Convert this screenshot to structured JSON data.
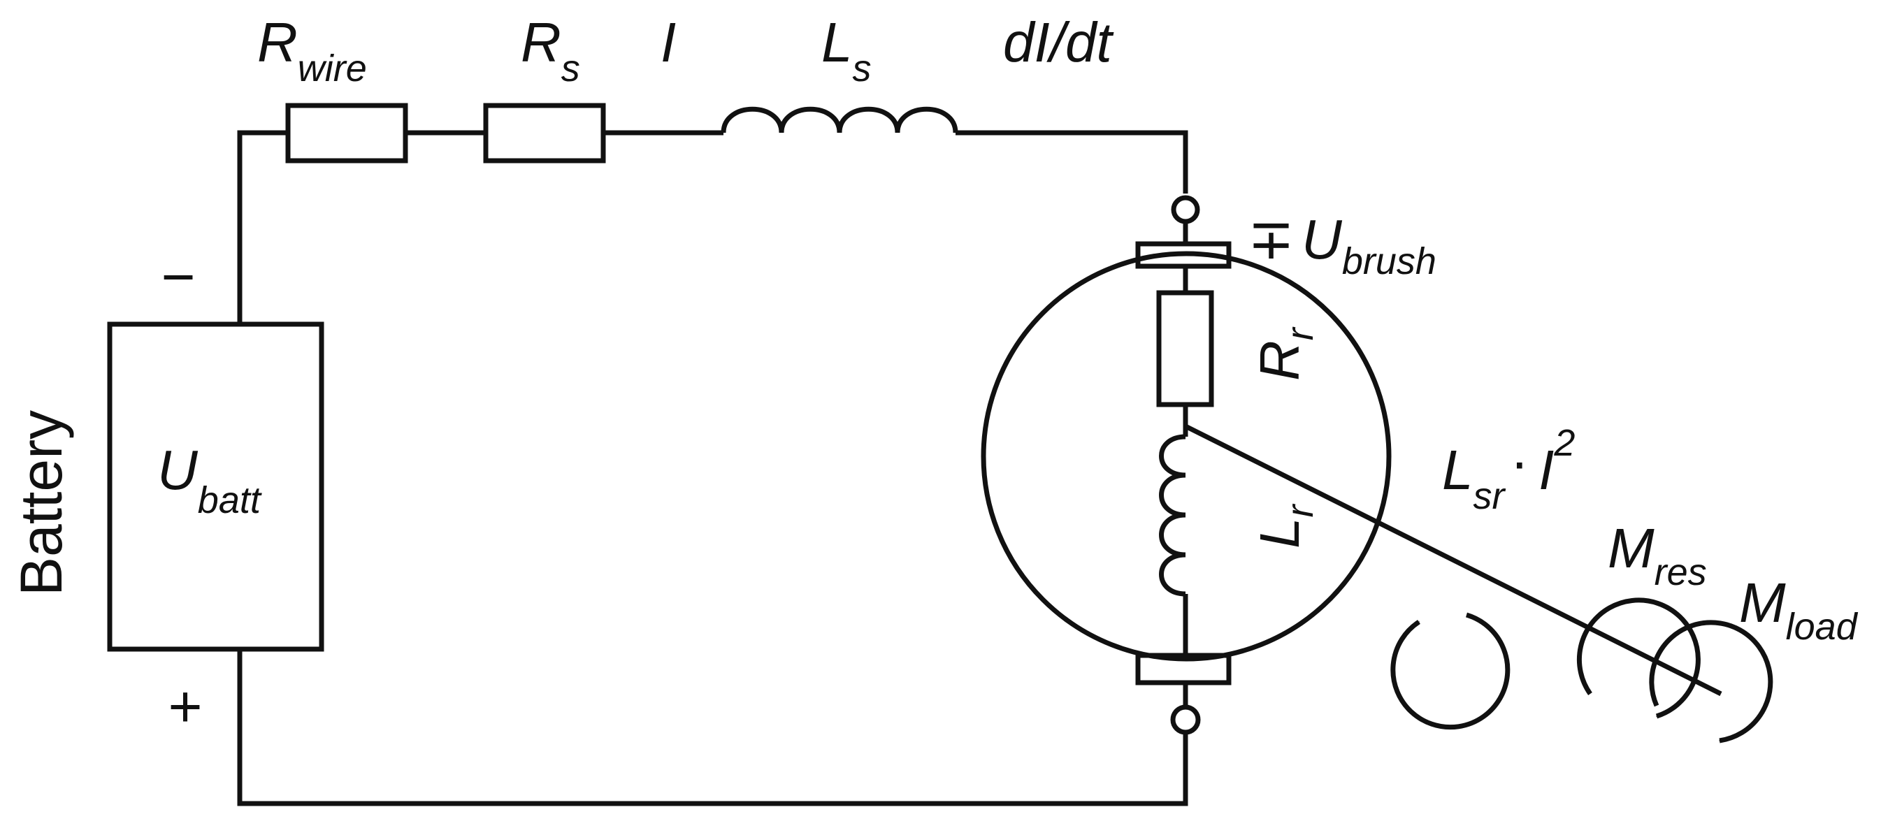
{
  "battery": {
    "side_label": "Battery",
    "voltage_main": "U",
    "voltage_sub": "batt",
    "minus_sign": "−",
    "plus_sign": "+"
  },
  "components": {
    "r_wire": {
      "main": "R",
      "sub": "wire"
    },
    "r_s": {
      "main": "R",
      "sub": "s"
    },
    "current": "I",
    "l_s": {
      "main": "L",
      "sub": "s"
    },
    "didt": "dI/dt",
    "u_brush": {
      "sign": "∓",
      "main": "U",
      "sub": "brush"
    },
    "r_r": {
      "main": "R",
      "sub": "r"
    },
    "l_r": {
      "main": "L",
      "sub": "r"
    },
    "l_sr": {
      "main": "L",
      "sub": "sr",
      "dot": "·",
      "var": "I",
      "exp": "2"
    },
    "m_res": {
      "main": "M",
      "sub": "res"
    },
    "m_load": {
      "main": "M",
      "sub": "load"
    }
  },
  "colors": {
    "stroke": "#111111",
    "background": "#ffffff"
  }
}
